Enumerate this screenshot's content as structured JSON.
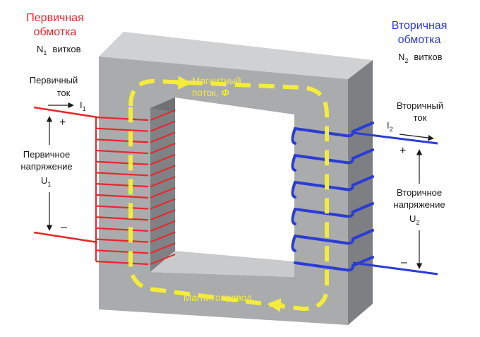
{
  "primary": {
    "title_line1": "Первичная",
    "title_line2": "обмотка",
    "turns_symbol": "N",
    "turns_sub": "1",
    "turns_word": "витков",
    "current_line1": "Первичный",
    "current_line2": "ток",
    "current_symbol": "I",
    "current_sub": "1",
    "voltage_line1": "Первичное",
    "voltage_line2": "напряжение",
    "voltage_symbol": "U",
    "voltage_sub": "1",
    "plus": "+",
    "minus": "–"
  },
  "secondary": {
    "title_line1": "Вторичная",
    "title_line2": "обмотка",
    "turns_symbol": "N",
    "turns_sub": "2",
    "turns_word": "витков",
    "current_line1": "Вторичный",
    "current_line2": "ток",
    "current_symbol": "I",
    "current_sub": "2",
    "voltage_line1": "Вторичное",
    "voltage_line2": "напряжение",
    "voltage_symbol": "U",
    "voltage_sub": "2",
    "plus": "+",
    "minus": "–"
  },
  "core": {
    "flux_line1": "Магнитный",
    "flux_line2": "поток,",
    "flux_symbol": "Φ",
    "core_label": "Магнитопровод"
  },
  "colors": {
    "primary_winding": "#e8262b",
    "secondary_winding": "#2b3bd6",
    "flux": "#f4ec3a",
    "core_front": "#a7a9ab",
    "core_top": "#cdcfd1",
    "core_side": "#7d7f82",
    "core_inner": "#8e9093"
  },
  "primary_turns_drawn": 14,
  "secondary_turns_drawn": 6
}
